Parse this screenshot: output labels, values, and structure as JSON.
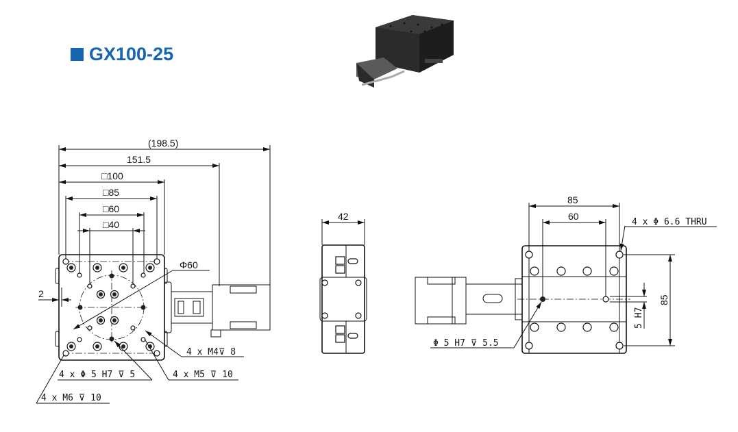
{
  "title": "GX100-25",
  "top_view": {
    "dims": {
      "overall": "(198.5)",
      "to_motor": "151.5",
      "plate": "□100",
      "holes_85": "□85",
      "holes_60": "□60",
      "holes_40": "□40",
      "circle": "Φ60",
      "offset": "2"
    },
    "callouts": {
      "m4": "4 x M4⊽ 8",
      "pin": "4 x Φ 5 H7 ⊽ 5",
      "m5": "4 x M5 ⊽ 10",
      "m6": "4 x M6 ⊽ 10"
    }
  },
  "end_view": {
    "width": "42"
  },
  "bottom_view": {
    "dims": {
      "width_85": "85",
      "width_60": "60",
      "height_85": "85",
      "pin_dia": "5 H7"
    },
    "callouts": {
      "thru": "4 x Φ 6.6 THRU",
      "pin": "Φ 5 H7 ⊽ 5.5"
    }
  },
  "colors": {
    "brand": "#1565b0"
  }
}
